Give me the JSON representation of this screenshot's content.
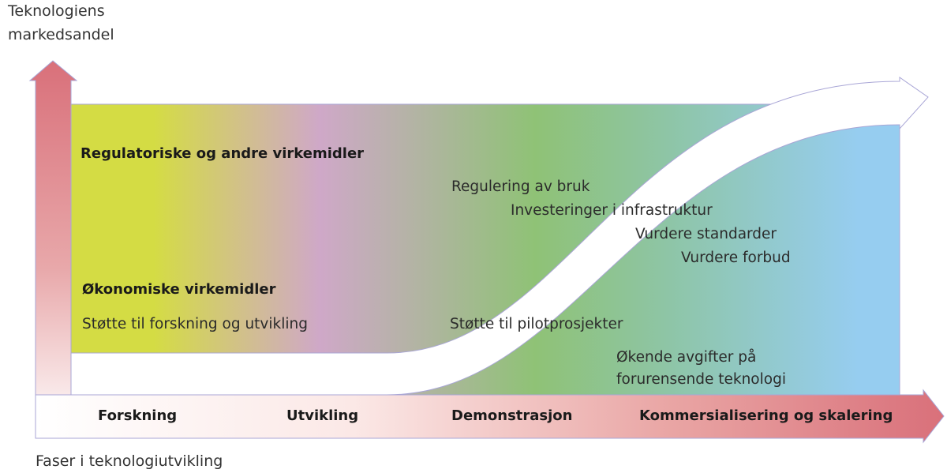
{
  "y_axis_label": [
    "Teknologiens",
    "markedsandel"
  ],
  "x_axis_label": "Faser i teknologiutvikling",
  "phases": [
    "Forskning",
    "Utvikling",
    "Demonstrasjon",
    "Kommersialisering og skalering"
  ],
  "headings": {
    "regulatory": "Regulatoriske og andre virkemidler",
    "economic": "Økonomiske virkemidler"
  },
  "instruments": {
    "research_support": "Støtte til forskning og utvikling",
    "usage_regulation": "Regulering av bruk",
    "infrastructure": "Investeringer i infrastruktur",
    "standards": "Vurdere standarder",
    "bans": "Vurdere forbud",
    "pilot_support": "Støtte til pilotprosjekter",
    "fees_line1": "Økende avgifter på",
    "fees_line2": "forurensende teknologi"
  },
  "colors": {
    "arrow_red": "#d9707a",
    "outline": "#a9a6d6",
    "gradient": [
      "#d4dc44",
      "#cfa8c8",
      "#8fc276",
      "#96cdf0"
    ]
  }
}
